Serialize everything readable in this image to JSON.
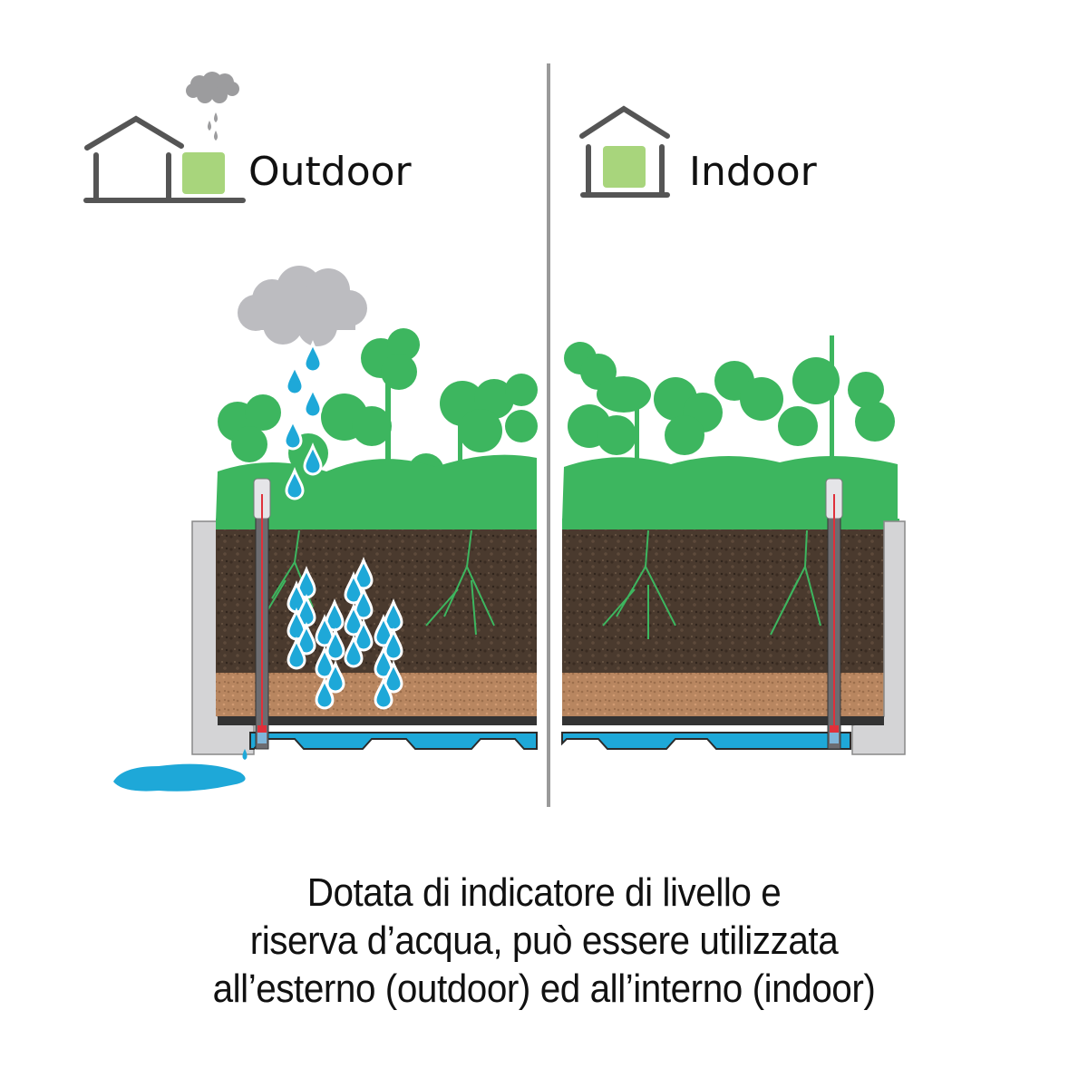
{
  "header": {
    "outdoor": {
      "label": "Outdoor",
      "icon": "house-with-planter-outside-rain-icon"
    },
    "indoor": {
      "label": "Indoor",
      "icon": "house-with-planter-inside-icon"
    }
  },
  "diagram": {
    "left_panel": {
      "name": "outdoor-planter-cross-section",
      "elements": [
        "rain-cloud",
        "falling-raindrops",
        "plant-silhouettes",
        "water-level-indicator",
        "soil-layer",
        "sand-drainage-layer",
        "water-reservoir",
        "overflow-drip",
        "water-puddle"
      ]
    },
    "right_panel": {
      "name": "indoor-planter-cross-section",
      "elements": [
        "plant-silhouettes",
        "water-level-indicator",
        "soil-layer",
        "sand-drainage-layer",
        "water-reservoir"
      ]
    },
    "colors": {
      "plant_green": "#3db65f",
      "icon_green": "#a8d57c",
      "icon_gray": "#555555",
      "cloud_gray": "#bcbcc0",
      "water_blue": "#1ea8d8",
      "soil_dark": "#4a3a2e",
      "sand": "#b88660",
      "planter_gray": "#d4d4d6",
      "divider": "#9a9a9a",
      "indicator_red": "#e0303a"
    }
  },
  "caption": {
    "line1": "Dotata di indicatore di livello e",
    "line2": "riserva d’acqua, può essere utilizzata",
    "line3": "all’esterno (outdoor) ed all’interno (indoor)"
  }
}
